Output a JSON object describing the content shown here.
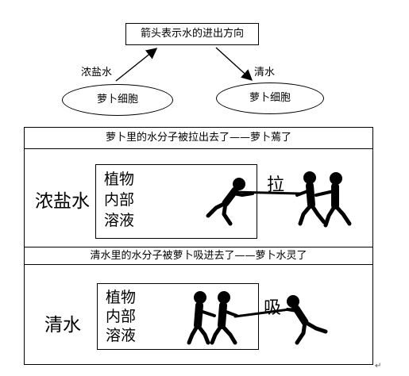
{
  "title": "箭头表示水的进出方向",
  "left": {
    "label": "浓盐水",
    "ellipse": "萝卜细胞"
  },
  "right": {
    "label": "清水",
    "ellipse": "萝卜细胞"
  },
  "row1": {
    "header": "萝卜里的水分子被拉出去了——萝卜蔫了",
    "label": "浓盐水",
    "inner": [
      "植物",
      "内部",
      "溶液"
    ],
    "verb": "拉"
  },
  "row2": {
    "header": "清水里的水分子被萝卜吸进去了——萝卜水灵了",
    "label": "清水",
    "inner": [
      "植物",
      "内部",
      "溶液"
    ],
    "verb": "吸"
  },
  "colors": {
    "line": "#000000",
    "background": "#ffffff"
  }
}
